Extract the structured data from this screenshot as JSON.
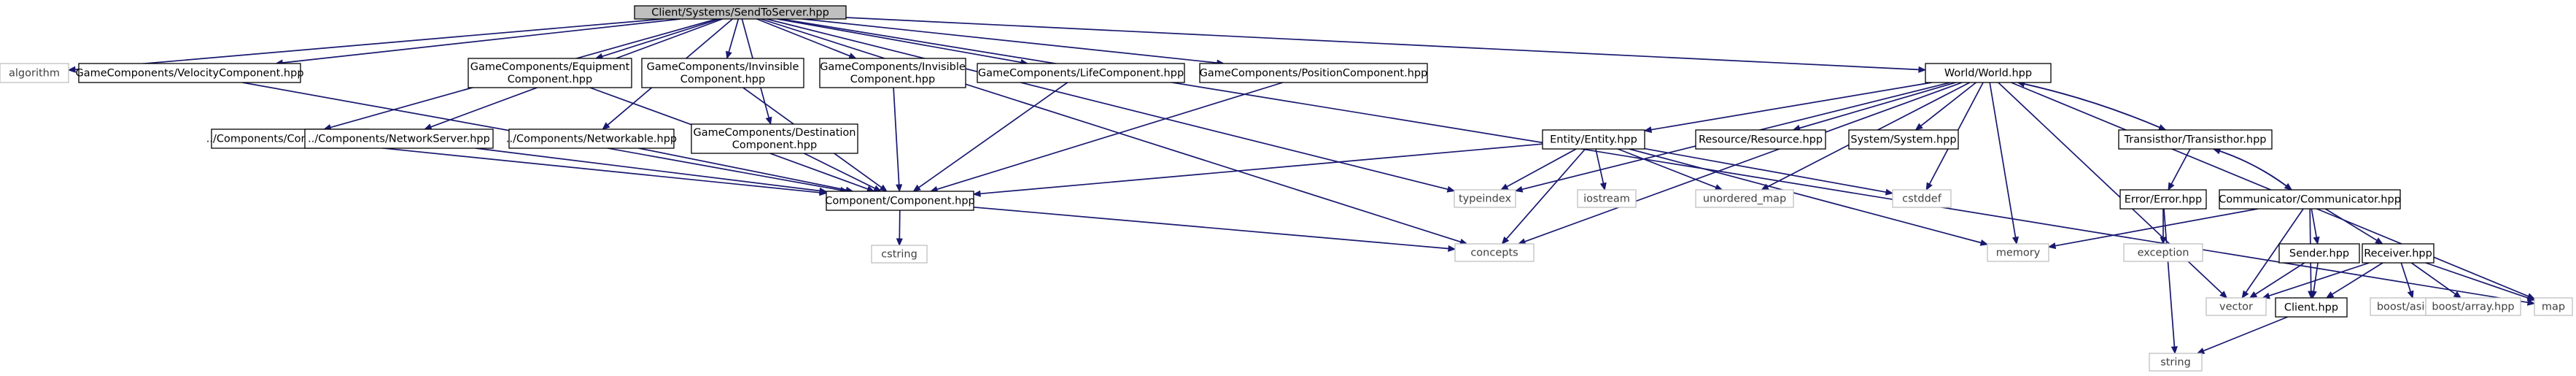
{
  "colors": {
    "edge": "#191970",
    "main_node_fill": "#bfbfbf",
    "node_border": "#000000",
    "system_border": "#bfbfbf"
  },
  "nodes": [
    {
      "id": "n0",
      "kind": "main",
      "lines": [
        "Client/Systems/SendToServer.hpp"
      ]
    },
    {
      "id": "n1",
      "kind": "system",
      "lines": [
        "algorithm"
      ]
    },
    {
      "id": "n2",
      "kind": "normal",
      "lines": [
        "GameComponents/VelocityComponent.hpp"
      ]
    },
    {
      "id": "n3",
      "kind": "normal",
      "lines": [
        "Component/Component.hpp"
      ]
    },
    {
      "id": "n4",
      "kind": "system",
      "lines": [
        "cstring"
      ]
    },
    {
      "id": "n5",
      "kind": "system",
      "lines": [
        "concepts"
      ]
    },
    {
      "id": "n6",
      "kind": "normal",
      "lines": [
        "../Components/Controllable.hpp"
      ]
    },
    {
      "id": "n7",
      "kind": "normal",
      "lines": [
        "../Components/NetworkServer.hpp"
      ]
    },
    {
      "id": "n8",
      "kind": "normal",
      "lines": [
        "GameComponents/Equipment",
        "Component.hpp"
      ]
    },
    {
      "id": "n9",
      "kind": "normal",
      "lines": [
        "../Components/Networkable.hpp"
      ]
    },
    {
      "id": "n10",
      "kind": "normal",
      "lines": [
        "GameComponents/Invinsible",
        "Component.hpp"
      ]
    },
    {
      "id": "n11",
      "kind": "normal",
      "lines": [
        "GameComponents/Destination",
        "Component.hpp"
      ]
    },
    {
      "id": "n12",
      "kind": "normal",
      "lines": [
        "GameComponents/Invisible",
        "Component.hpp"
      ]
    },
    {
      "id": "n13",
      "kind": "normal",
      "lines": [
        "GameComponents/LifeComponent.hpp"
      ]
    },
    {
      "id": "n14",
      "kind": "normal",
      "lines": [
        "GameComponents/PositionComponent.hpp"
      ]
    },
    {
      "id": "n15",
      "kind": "system",
      "lines": [
        "typeindex"
      ]
    },
    {
      "id": "n16",
      "kind": "normal",
      "lines": [
        "World/World.hpp"
      ]
    },
    {
      "id": "n17",
      "kind": "normal",
      "lines": [
        "Entity/Entity.hpp"
      ]
    },
    {
      "id": "n18",
      "kind": "system",
      "lines": [
        "iostream"
      ]
    },
    {
      "id": "n19",
      "kind": "system",
      "lines": [
        "unordered_map"
      ]
    },
    {
      "id": "n20",
      "kind": "system",
      "lines": [
        "cstddef"
      ]
    },
    {
      "id": "n21",
      "kind": "system",
      "lines": [
        "memory"
      ]
    },
    {
      "id": "n22",
      "kind": "normal",
      "lines": [
        "Resource/Resource.hpp"
      ]
    },
    {
      "id": "n23",
      "kind": "normal",
      "lines": [
        "System/System.hpp"
      ]
    },
    {
      "id": "n24",
      "kind": "normal",
      "lines": [
        "Transisthor/Transisthor.hpp"
      ]
    },
    {
      "id": "n25",
      "kind": "normal",
      "lines": [
        "Error/Error.hpp"
      ]
    },
    {
      "id": "n26",
      "kind": "system",
      "lines": [
        "exception"
      ]
    },
    {
      "id": "n27",
      "kind": "system",
      "lines": [
        "string"
      ]
    },
    {
      "id": "n28",
      "kind": "normal",
      "lines": [
        "Communicator/Communicator.hpp"
      ]
    },
    {
      "id": "n29",
      "kind": "system",
      "lines": [
        "vector"
      ]
    },
    {
      "id": "n30",
      "kind": "normal",
      "lines": [
        "Client.hpp"
      ]
    },
    {
      "id": "n31",
      "kind": "normal",
      "lines": [
        "Sender.hpp"
      ]
    },
    {
      "id": "n32",
      "kind": "normal",
      "lines": [
        "Receiver.hpp"
      ]
    },
    {
      "id": "n33",
      "kind": "system",
      "lines": [
        "boost/asio.hpp"
      ]
    },
    {
      "id": "n34",
      "kind": "system",
      "lines": [
        "boost/array.hpp"
      ]
    },
    {
      "id": "n35",
      "kind": "system",
      "lines": [
        "map"
      ]
    }
  ],
  "edges": [
    [
      "n0",
      "n1"
    ],
    [
      "n0",
      "n2"
    ],
    [
      "n0",
      "n6"
    ],
    [
      "n0",
      "n7"
    ],
    [
      "n0",
      "n8"
    ],
    [
      "n0",
      "n9"
    ],
    [
      "n0",
      "n10"
    ],
    [
      "n0",
      "n11"
    ],
    [
      "n0",
      "n12"
    ],
    [
      "n0",
      "n13"
    ],
    [
      "n0",
      "n14"
    ],
    [
      "n0",
      "n5"
    ],
    [
      "n0",
      "n15"
    ],
    [
      "n0",
      "n16"
    ],
    [
      "n0",
      "n35"
    ],
    [
      "n2",
      "n3"
    ],
    [
      "n6",
      "n3"
    ],
    [
      "n7",
      "n3"
    ],
    [
      "n8",
      "n3"
    ],
    [
      "n9",
      "n3"
    ],
    [
      "n10",
      "n3"
    ],
    [
      "n11",
      "n3"
    ],
    [
      "n12",
      "n3"
    ],
    [
      "n13",
      "n3"
    ],
    [
      "n14",
      "n3"
    ],
    [
      "n3",
      "n4"
    ],
    [
      "n3",
      "n5"
    ],
    [
      "n16",
      "n15"
    ],
    [
      "n16",
      "n17"
    ],
    [
      "n16",
      "n19"
    ],
    [
      "n16",
      "n5"
    ],
    [
      "n16",
      "n20"
    ],
    [
      "n16",
      "n21"
    ],
    [
      "n16",
      "n22"
    ],
    [
      "n16",
      "n23"
    ],
    [
      "n16",
      "n24"
    ],
    [
      "n16",
      "n29"
    ],
    [
      "n16",
      "n35"
    ],
    [
      "n17",
      "n3"
    ],
    [
      "n17",
      "n15"
    ],
    [
      "n17",
      "n18"
    ],
    [
      "n17",
      "n19"
    ],
    [
      "n17",
      "n5"
    ],
    [
      "n17",
      "n20"
    ],
    [
      "n17",
      "n21"
    ],
    [
      "n24",
      "n16"
    ],
    [
      "n24",
      "n25"
    ],
    [
      "n24",
      "n28"
    ],
    [
      "n25",
      "n26"
    ],
    [
      "n25",
      "n27"
    ],
    [
      "n28",
      "n24"
    ],
    [
      "n28",
      "n21"
    ],
    [
      "n28",
      "n29"
    ],
    [
      "n28",
      "n30"
    ],
    [
      "n28",
      "n31"
    ],
    [
      "n28",
      "n32"
    ],
    [
      "n31",
      "n29"
    ],
    [
      "n31",
      "n30"
    ],
    [
      "n32",
      "n29"
    ],
    [
      "n32",
      "n30"
    ],
    [
      "n32",
      "n33"
    ],
    [
      "n32",
      "n34"
    ],
    [
      "n32",
      "n35"
    ],
    [
      "n30",
      "n27"
    ]
  ]
}
